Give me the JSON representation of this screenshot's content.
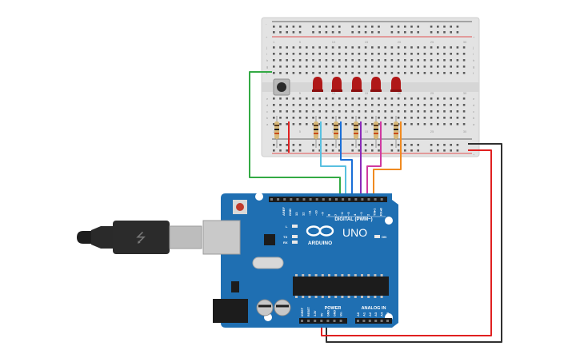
{
  "board": {
    "logo_text": "ARDUINO",
    "model": "UNO",
    "digital_label": "DIGITAL (PWM~)",
    "power_label": "POWER",
    "analog_label": "ANALOG IN",
    "on_label": "ON",
    "led_l": "L",
    "led_tx": "TX",
    "led_rx": "RX",
    "top_pins": [
      "AREF",
      "GND",
      "13",
      "12",
      "~11",
      "~10",
      "~9",
      "8",
      "7",
      "~6",
      "~5",
      "4",
      "~3",
      "2",
      "TX▸1",
      "RX◂0"
    ],
    "power_pins": [
      "IOREF",
      "RESET",
      "3.3V",
      "5V",
      "GND",
      "GND",
      "Vin"
    ],
    "analog_pins": [
      "A0",
      "A1",
      "A2",
      "A3",
      "A4",
      "A5"
    ]
  },
  "breadboard": {
    "rows_top": [
      "j",
      "i",
      "h",
      "g",
      "f"
    ],
    "rows_bottom": [
      "e",
      "d",
      "c",
      "b",
      "a"
    ],
    "columns": [
      "1",
      "5",
      "10",
      "15",
      "20",
      "25",
      "30"
    ],
    "rail_plus": "+",
    "rail_minus": "-"
  },
  "components": {
    "leds": 5,
    "resistors": 6,
    "pushbutton": 1
  },
  "colors": {
    "arduino_blue": "#1f6fb2",
    "led_red": "#b01818",
    "wire_green": "#33aa44",
    "wire_cyan": "#58c0e0",
    "wire_blue": "#1a6fd8",
    "wire_purple": "#8a2ab8",
    "wire_magenta": "#d03aa0",
    "wire_orange": "#f08a20",
    "wire_red": "#e02020",
    "wire_black": "#303030"
  }
}
